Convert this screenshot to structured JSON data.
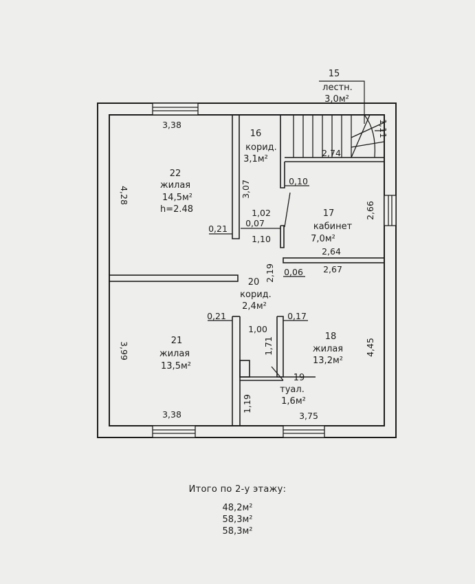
{
  "rooms": {
    "r15": {
      "num": "15",
      "name": "лестн.",
      "area": "3,0м²"
    },
    "r16": {
      "num": "16",
      "name": "корид.",
      "area": "3,1м²"
    },
    "r22": {
      "num": "22",
      "name": "жилая",
      "area": "14,5м²",
      "height": "h=2.48"
    },
    "r17": {
      "num": "17",
      "name": "кабинет",
      "area": "7,0м²"
    },
    "r20": {
      "num": "20",
      "name": "корид.",
      "area": "2,4м²"
    },
    "r21": {
      "num": "21",
      "name": "жилая",
      "area": "13,5м²"
    },
    "r18": {
      "num": "18",
      "name": "жилая",
      "area": "13,2м²"
    },
    "r19": {
      "num": "19",
      "name": "туал.",
      "area": "1,6м²"
    }
  },
  "dimensions": {
    "top_left_width": "3,38",
    "stair_height": "1,11",
    "stair_width": "2,74",
    "room22_height": "4,28",
    "corridor16_height": "3,07",
    "door_offset_010": "0,10",
    "corridor_width_102": "1,02",
    "wall_021_top": "0,21",
    "wall_007": "0,07",
    "corridor_width_110": "1,10",
    "cabinet_height": "2,66",
    "cabinet_width": "2,64",
    "corridor20_height": "2,19",
    "wall_006": "0,06",
    "room18_width_top": "2,67",
    "wall_021_bottom": "0,21",
    "wall_017": "0,17",
    "toilet_width": "1,00",
    "toilet_height": "1,71",
    "room21_height": "3,99",
    "room18_height": "4,45",
    "bottom_corridor_height": "1,19",
    "bottom_left_width": "3,38",
    "bottom_right_width": "3,75"
  },
  "summary": {
    "title": "Итого по 2-у этажу:",
    "totals": [
      "48,2м²",
      "58,3м²",
      "58,3м²"
    ]
  }
}
